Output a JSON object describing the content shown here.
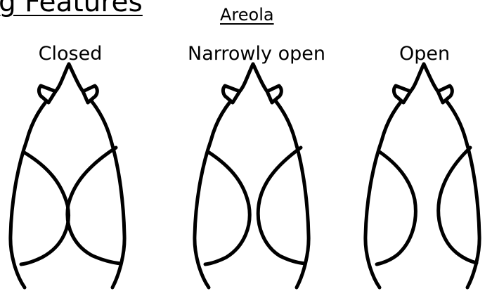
{
  "title": "g Features",
  "section": "Areola",
  "states": [
    {
      "label": "Closed"
    },
    {
      "label": "Narrowly open"
    },
    {
      "label": "Open"
    }
  ]
}
